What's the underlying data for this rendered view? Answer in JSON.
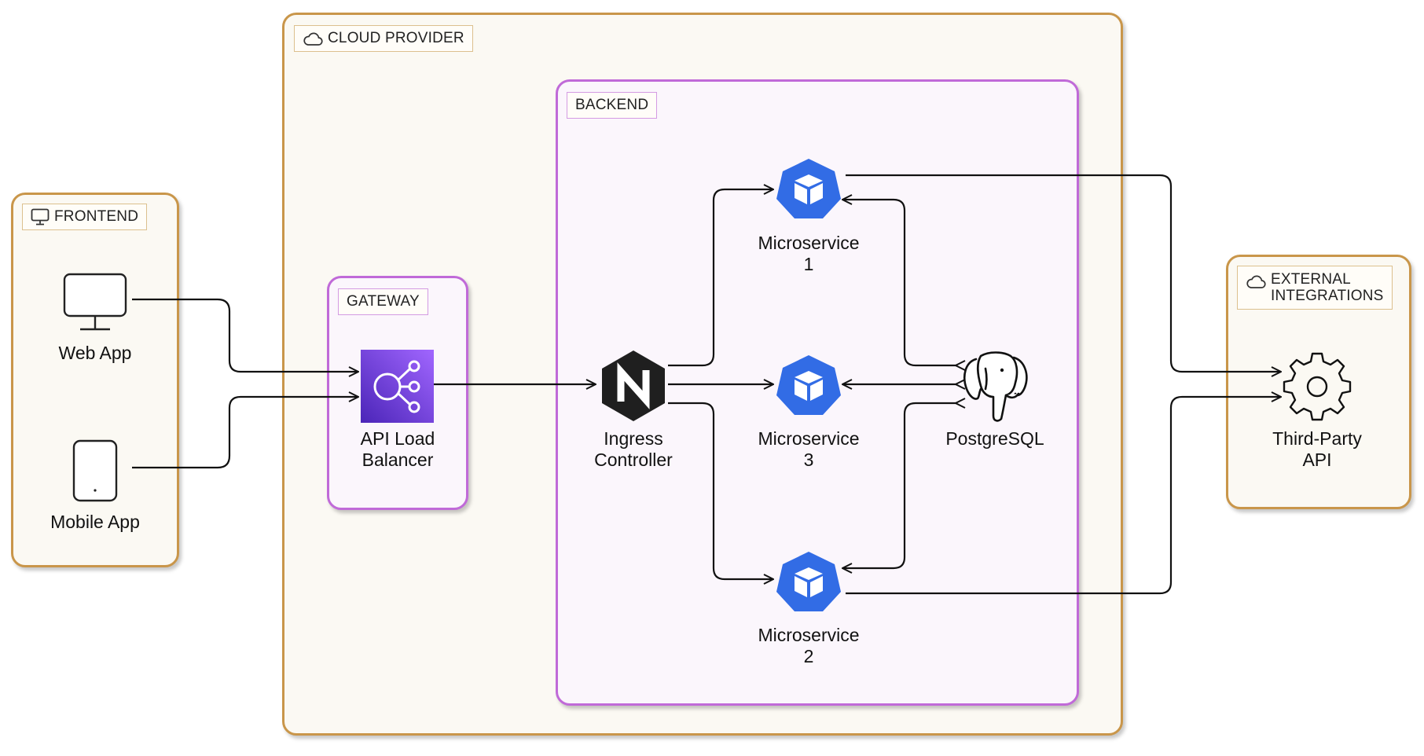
{
  "groups": {
    "frontend": "FRONTEND",
    "cloud_provider": "CLOUD PROVIDER",
    "gateway": "GATEWAY",
    "backend": "BACKEND",
    "external": "EXTERNAL\nINTEGRATIONS"
  },
  "nodes": {
    "web_app": "Web App",
    "mobile_app": "Mobile App",
    "load_balancer": "API Load\nBalancer",
    "ingress": "Ingress\nController",
    "ms1": "Microservice\n1",
    "ms3": "Microservice\n3",
    "ms2": "Microservice\n2",
    "postgres": "PostgreSQL",
    "third_party": "Third-Party\nAPI"
  },
  "icons": {
    "web_app": "monitor-icon",
    "mobile_app": "phone-icon",
    "load_balancer": "aws-elb-icon",
    "ingress": "nginx-icon",
    "microservice": "kubernetes-pod-icon",
    "postgres": "postgresql-elephant-icon",
    "third_party": "gear-icon",
    "group_cloud": "cloud-icon",
    "group_frontend": "monitor-icon"
  },
  "colors": {
    "group_border_tan": "#c9964a",
    "group_border_purple": "#c06ad8",
    "k8s_blue": "#326ce5",
    "elb_purple": "#6d3bd6",
    "nginx_dark": "#1f1f1f"
  }
}
